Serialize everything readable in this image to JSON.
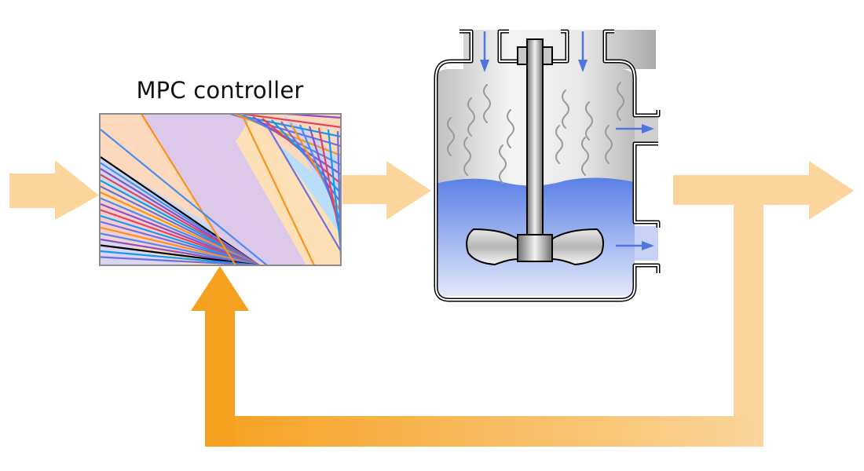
{
  "diagram": {
    "title": "MPC controller",
    "description": "Closed-loop model predictive control of a stirred tank reactor",
    "nodes": [
      {
        "id": "controller",
        "label": "MPC controller",
        "kind": "explicit-MPC polyhedral partition"
      },
      {
        "id": "plant",
        "label": "",
        "kind": "continuous stirred tank reactor"
      }
    ],
    "edges": [
      {
        "from": "input",
        "to": "controller",
        "kind": "reference"
      },
      {
        "from": "controller",
        "to": "plant",
        "kind": "control action"
      },
      {
        "from": "plant",
        "to": "output",
        "kind": "output"
      },
      {
        "from": "output",
        "to": "controller",
        "kind": "feedback"
      }
    ],
    "colors": {
      "arrow_light": "#fbd59c",
      "arrow_dark": "#f5a01f",
      "fluid_blue": "#5a80e6",
      "flow_arrow": "#4f75e0",
      "frame_gray": "#8c8c8c",
      "region_orange": "#f7931e",
      "region_blue": "#4a8cf0",
      "region_sky": "#0f9cf0",
      "region_purple": "#8e4fc4",
      "region_red": "#e0455a",
      "region_violet": "#6e6ee0",
      "region_black": "#000000"
    }
  }
}
